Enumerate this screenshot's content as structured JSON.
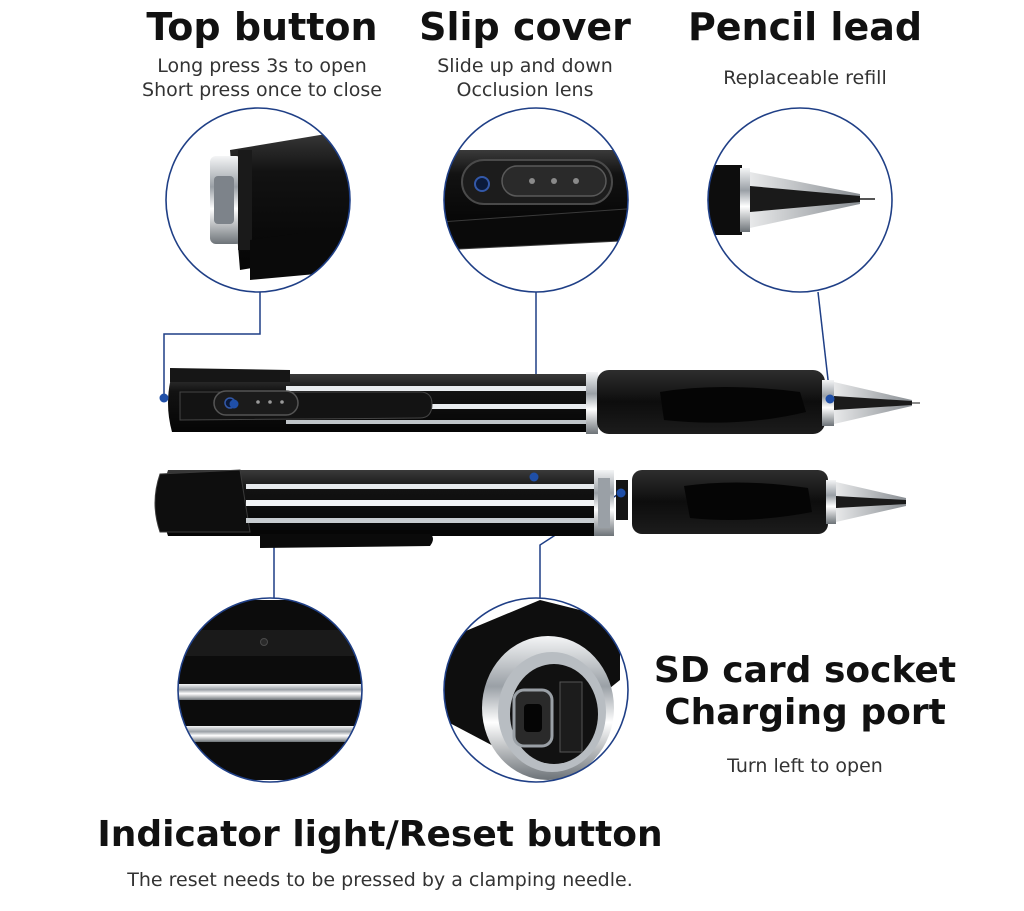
{
  "features": {
    "top_button": {
      "title": "Top button",
      "line1": "Long press 3s to open",
      "line2": "Short press once to close"
    },
    "slip_cover": {
      "title": "Slip cover",
      "line1": "Slide up and down",
      "line2": "Occlusion lens"
    },
    "pencil_lead": {
      "title": "Pencil lead",
      "line1": "Replaceable refill"
    },
    "sd_card": {
      "title_line1": "SD card socket",
      "title_line2": "Charging port",
      "note": "Turn left to open"
    },
    "indicator": {
      "title": "Indicator light/Reset button",
      "note": "The reset needs to be pressed by a clamping needle."
    }
  },
  "colors": {
    "callout_line": "#1f3f86",
    "callout_dot": "#1f4fa8",
    "pen_black": "#111111",
    "chrome": "#d8dadd"
  }
}
